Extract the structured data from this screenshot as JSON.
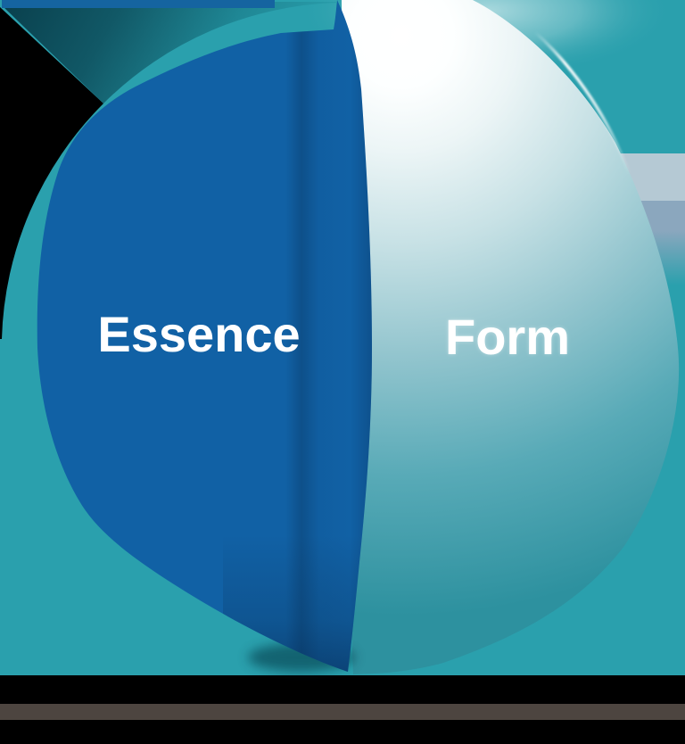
{
  "diagram": {
    "type": "split-sphere",
    "left_segment": {
      "label": "Essence"
    },
    "right_segment": {
      "label": "Form"
    },
    "colors": {
      "background": "#000000",
      "sphere_teal": "#2AA0AD",
      "essence_blue": "#1161A5",
      "top_strip_blue": "#1564A0",
      "shell_dark_teal": "#093F4C",
      "highlight_white": "#FFFFFF",
      "sphere_gradient_edge": "#2D919F",
      "band_light": "#B5C9D4",
      "band_medium": "#8BA7BE",
      "bottom_bar": "#4D4540",
      "label_text": "#FFFFFF"
    }
  }
}
